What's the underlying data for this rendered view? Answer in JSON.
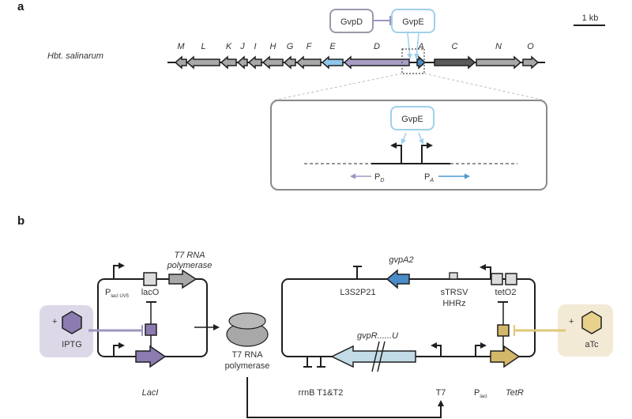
{
  "panels": {
    "a": {
      "label": "a",
      "organism": "Hbt. salinarum",
      "scale_bar": "1 kb",
      "regulators": {
        "gvpD": "GvpD",
        "gvpE": "GvpE"
      },
      "genes": [
        {
          "name": "M",
          "direction": "left",
          "color": "#a8a8a8"
        },
        {
          "name": "L",
          "direction": "left",
          "color": "#a8a8a8"
        },
        {
          "name": "K",
          "direction": "left",
          "color": "#a8a8a8"
        },
        {
          "name": "J",
          "direction": "left",
          "color": "#a8a8a8"
        },
        {
          "name": "I",
          "direction": "left",
          "color": "#a8a8a8"
        },
        {
          "name": "H",
          "direction": "left",
          "color": "#a8a8a8"
        },
        {
          "name": "G",
          "direction": "left",
          "color": "#a8a8a8"
        },
        {
          "name": "F",
          "direction": "left",
          "color": "#a8a8a8"
        },
        {
          "name": "E",
          "direction": "left",
          "color": "#8fc7e8"
        },
        {
          "name": "D",
          "direction": "left",
          "color": "#a89ec4"
        },
        {
          "name": "A",
          "direction": "right",
          "color": "#4a8cc8"
        },
        {
          "name": "C",
          "direction": "right",
          "color": "#5a5a5a"
        },
        {
          "name": "N",
          "direction": "right",
          "color": "#a8a8a8"
        },
        {
          "name": "O",
          "direction": "right",
          "color": "#a8a8a8"
        }
      ],
      "inset": {
        "activator": "GvpE",
        "promoter_d": {
          "main": "P",
          "sub": "D"
        },
        "promoter_a": {
          "main": "P",
          "sub": "A"
        }
      }
    },
    "b": {
      "label": "b",
      "left_plasmid": {
        "promoter": {
          "main": "P",
          "sub": "lacI UV5"
        },
        "operator": "lacO",
        "gene_top": "T7 RNA polymerase",
        "gene_top_line1": "T7 RNA",
        "gene_top_line2": "polymerase",
        "gene_bottom": "LacI"
      },
      "inducer_left": {
        "sign": "+",
        "name": "IPTG",
        "color": "#8b7bb0"
      },
      "polymerase": {
        "line1": "T7 RNA",
        "line2": "polymerase"
      },
      "right_plasmid": {
        "terminator_top": "L3S2P21",
        "gene_top": "gvpA2",
        "ribozyme_line1": "sTRSV",
        "ribozyme_line2": "HHRz",
        "operator": "tetO2",
        "terminators_bottom": "rrnB T1&T2",
        "gene_cluster": "gvpR......U",
        "promoter_t7": "T7",
        "promoter_lacI": {
          "main": "P",
          "sub": "lacI"
        },
        "gene_bottom": "TetR"
      },
      "inducer_right": {
        "sign": "+",
        "name": "aTc",
        "color": "#e0c878"
      }
    }
  }
}
